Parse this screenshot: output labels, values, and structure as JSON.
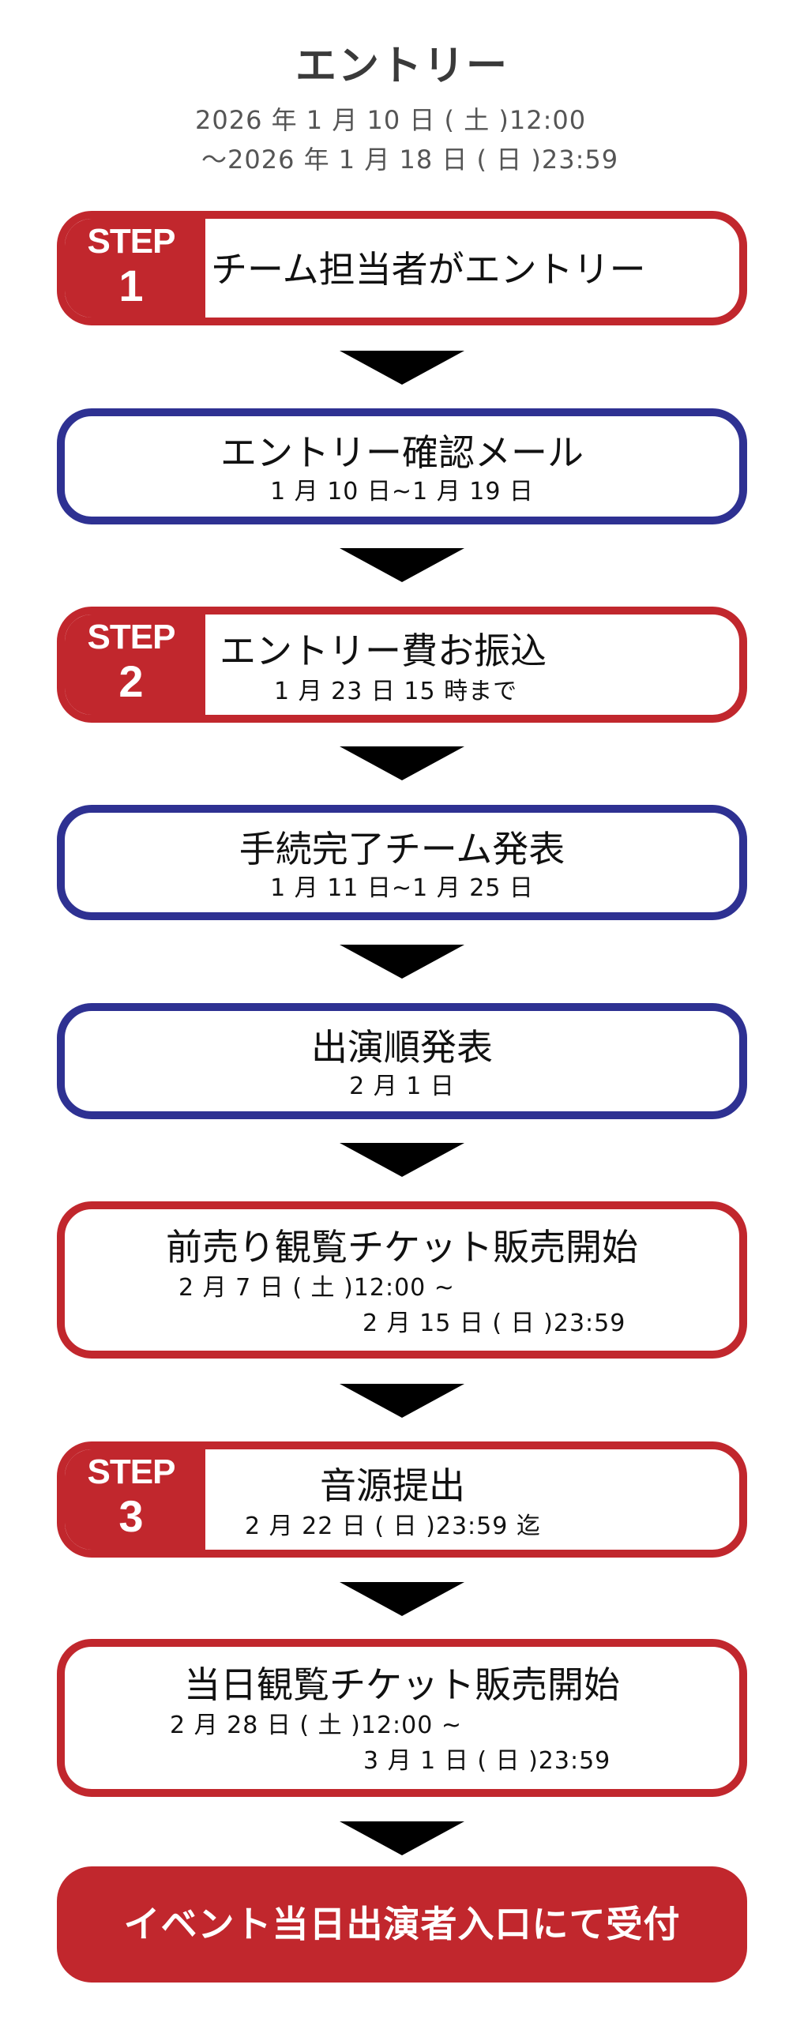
{
  "header": {
    "title": "エントリー",
    "period_start": "2026 年 1 月 10 日 ( 土 )12:00",
    "period_end": "～2026 年 1 月 18 日 ( 日 )23:59"
  },
  "colors": {
    "step_red": "#c1272d",
    "info_blue": "#2e3192",
    "arrow": "#000000",
    "title_gray": "#3a3a3a"
  },
  "flow": [
    {
      "type": "step",
      "step_word": "STEP",
      "step_number": "1",
      "title": "チーム担当者がエントリー",
      "lines": []
    },
    {
      "type": "info-blue",
      "title": "エントリー確認メール",
      "lines": [
        "1 月 10 日~1 月 19 日"
      ]
    },
    {
      "type": "step",
      "step_word": "STEP",
      "step_number": "2",
      "title": "エントリー費お振込",
      "lines": [
        "1 月 23 日 15 時まで"
      ]
    },
    {
      "type": "info-blue",
      "title": "手続完了チーム発表",
      "lines": [
        "1 月 11 日~1 月 25 日"
      ]
    },
    {
      "type": "info-blue",
      "title": "出演順発表",
      "lines": [
        "2 月 1 日"
      ]
    },
    {
      "type": "info-red",
      "title": "前売り観覧チケット販売開始",
      "lines": [
        "2 月 7 日 ( 土 )12:00 ~",
        "2 月 15 日 ( 日 )23:59"
      ]
    },
    {
      "type": "step",
      "step_word": "STEP",
      "step_number": "3",
      "title": "音源提出",
      "lines": [
        "2 月 22 日 ( 日 )23:59 迄"
      ]
    },
    {
      "type": "info-red",
      "title": "当日観覧チケット販売開始",
      "lines": [
        "2 月 28 日 ( 土 )12:00 ~",
        "3 月 1 日 ( 日 )23:59"
      ]
    },
    {
      "type": "final",
      "title": "イベント当日出演者入口にて受付"
    }
  ],
  "arrows": {
    "icon": "down-triangle-icon",
    "count": 8
  }
}
